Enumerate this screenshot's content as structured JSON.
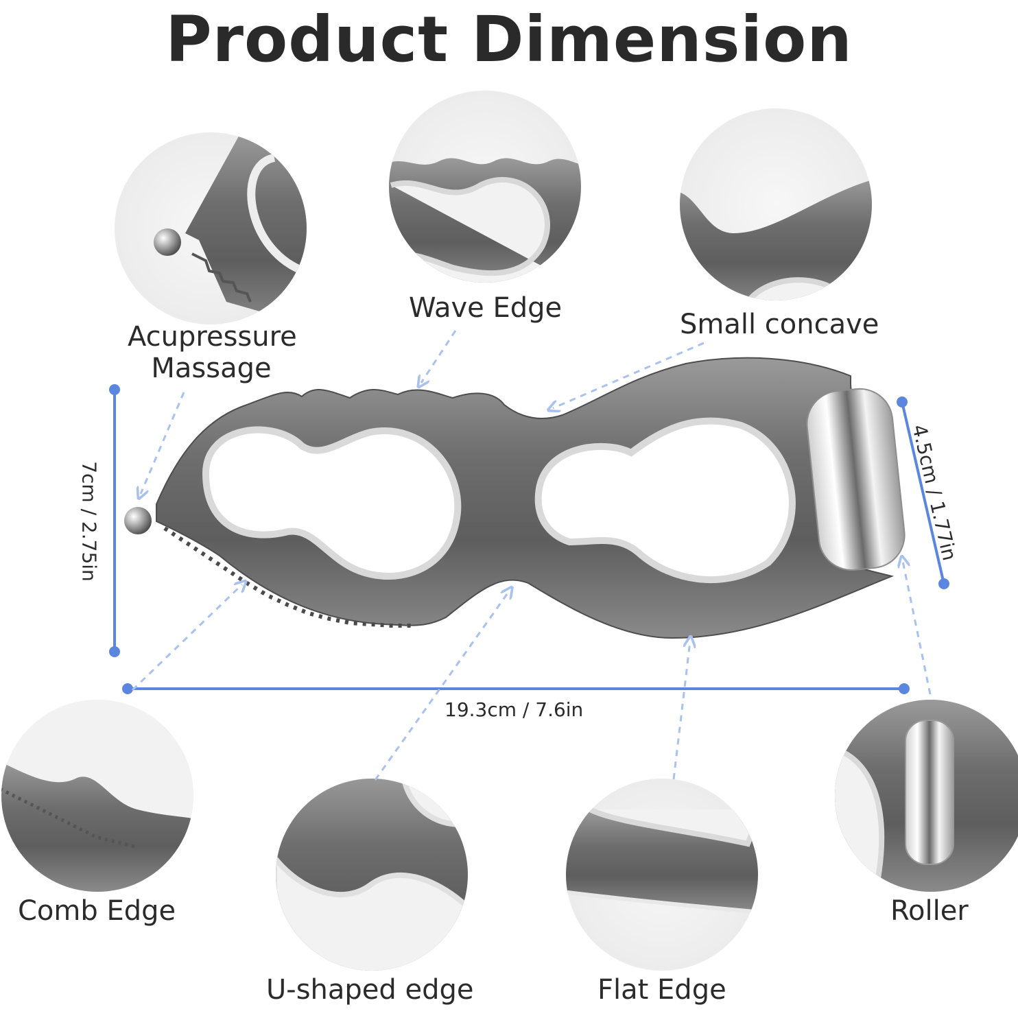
{
  "title": "Product Dimension",
  "features": [
    {
      "key": "acupressure",
      "line1": "Acupressure",
      "line2": "Massage"
    },
    {
      "key": "wave",
      "label": "Wave Edge"
    },
    {
      "key": "concave",
      "label": "Small concave"
    },
    {
      "key": "comb",
      "label": "Comb Edge"
    },
    {
      "key": "ushaped",
      "label": "U-shaped edge"
    },
    {
      "key": "flat",
      "label": "Flat Edge"
    },
    {
      "key": "roller",
      "label": "Roller"
    }
  ],
  "dimensions": {
    "height": "7cm / 2.75in",
    "length": "19.3cm / 7.6in",
    "head": "4.5cm / 1.77in"
  },
  "colors": {
    "dimension_line": "#5b86e0",
    "leader_line": "#a9c1ee",
    "metal": "#7c7c7c",
    "circle_bg": "#f1f1f1"
  }
}
